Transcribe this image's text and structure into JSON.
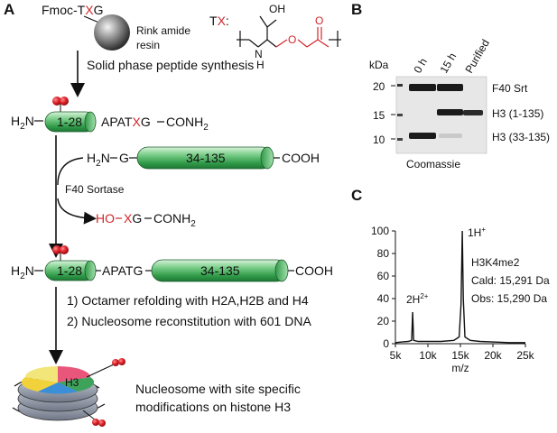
{
  "panel_a": {
    "letter": "A",
    "resin_text_prefix": "Fmoc-T",
    "resin_text_x": "X",
    "resin_text_suffix": "G",
    "resin_name_1": "Rink amide",
    "resin_name_2": "resin",
    "tx_label_t": "T",
    "tx_label_x": "X",
    "tx_label_colon": ":",
    "struct_oh": "OH",
    "struct_o": "O",
    "struct_nh_n": "N",
    "struct_nh_h": "H",
    "struct_o_ester": "O",
    "step_spps": "Solid phase peptide synthesis",
    "peptide_h2n": "H",
    "peptide_h2n_sub": "2",
    "peptide_h2n_n": "N",
    "segment_1_28": "1-28",
    "peptide_tail_prefix": "APAT",
    "peptide_tail_x": "X",
    "peptide_tail_suffix": "G",
    "peptide_conh_prefix": "CONH",
    "peptide_conh_sub": "2",
    "protein_n_prefix": "H",
    "protein_n_sub": "2",
    "protein_n_suffix": "N",
    "protein_g": "G",
    "segment_34_135": "34-135",
    "cooh": "COOH",
    "enzyme": "F40 Sortase",
    "byproduct_ho": "HO",
    "byproduct_x": "X",
    "byproduct_g": "G",
    "byproduct_conh": "CONH",
    "byproduct_conh_sub": "2",
    "ligated_apatg": "APATG",
    "step_1": "1) Octamer refolding with H2A,H2B and H4",
    "step_2": "2) Nucleosome reconstitution with 601 DNA",
    "nucleosome_h3": "H3",
    "final_1": "Nucleosome with site specific",
    "final_2": "modifications on histone H3"
  },
  "panel_b": {
    "letter": "B",
    "kda": "kDa",
    "lanes": [
      "0 h",
      "15 h",
      "Purified"
    ],
    "markers": [
      "20",
      "15",
      "10"
    ],
    "bands": [
      "F40 Srt",
      "H3 (1-135)",
      "H3 (33-135)"
    ],
    "stain": "Coomassie"
  },
  "panel_c": {
    "letter": "C",
    "peak_1h": "1H",
    "peak_1h_sup": "+",
    "peak_2h": "2H",
    "peak_2h_sup": "2+",
    "species": "H3K4me2",
    "calcd": "Cald: 15,291 Da",
    "obs": "Obs: 15,290 Da",
    "xlabel": "m/z"
  },
  "chart_data": {
    "type": "line",
    "title": "",
    "xlabel": "m/z",
    "ylabel": "",
    "xlim": [
      5000,
      25000
    ],
    "ylim": [
      0,
      100
    ],
    "x_ticks": [
      "5k",
      "10k",
      "15k",
      "20k",
      "25k"
    ],
    "y_ticks": [
      "0",
      "20",
      "40",
      "60",
      "80",
      "100"
    ],
    "grid": false,
    "series": [
      {
        "x": [
          5000,
          6000,
          7000,
          7500,
          7646,
          7800,
          8500,
          10000,
          12000,
          14000,
          14800,
          15100,
          15290,
          15450,
          15700,
          16500,
          18000,
          20000,
          22500,
          25000
        ],
        "y": [
          1,
          1.5,
          2,
          3,
          28,
          3,
          2,
          2,
          2,
          3,
          6,
          35,
          100,
          40,
          6,
          3,
          2,
          1.5,
          1,
          1
        ]
      }
    ],
    "annotations": [
      {
        "label": "1H+",
        "x": 15290,
        "y": 100
      },
      {
        "label": "2H2+",
        "x": 7646,
        "y": 28
      }
    ]
  }
}
